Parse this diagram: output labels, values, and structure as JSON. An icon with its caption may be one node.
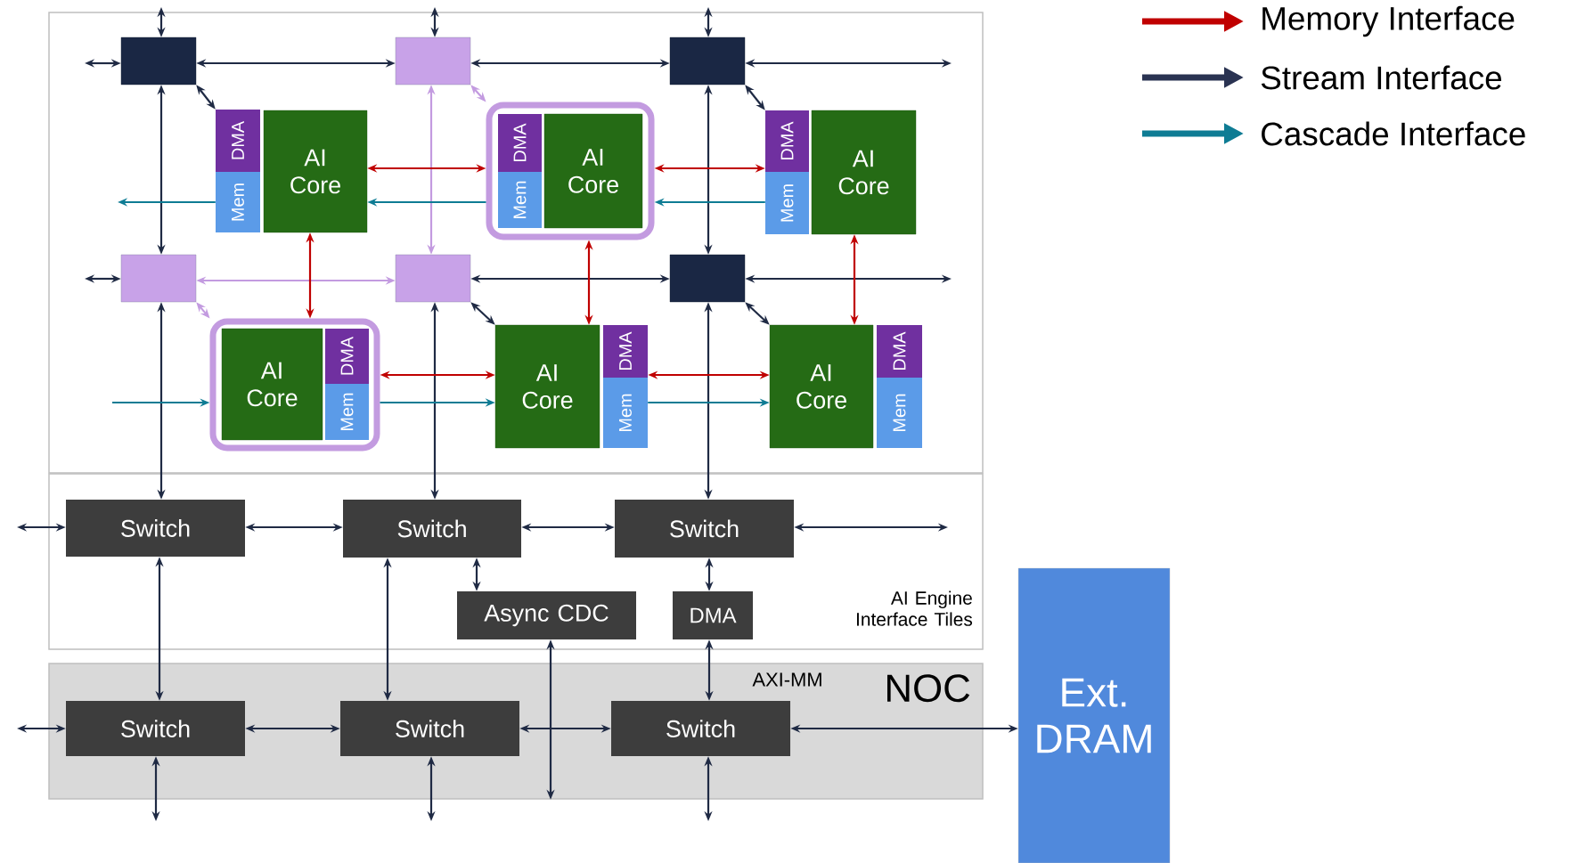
{
  "diagram": {
    "nodes": [
      {
        "text": [],
        "shape": "box"
      },
      {
        "text": [],
        "shape": "box"
      },
      {
        "text": [],
        "shape": "box"
      },
      {
        "text": [],
        "shape": "box"
      },
      {
        "text": [],
        "shape": "box"
      },
      {
        "text": [],
        "shape": "box"
      },
      {
        "text": [
          "DMA"
        ]
      },
      {
        "text": [
          "Mem"
        ]
      },
      {
        "text": [
          "AI Core"
        ]
      },
      {
        "text": [],
        "shape": "box"
      },
      {
        "text": [
          "DMA"
        ],
        "in": 9
      },
      {
        "text": [
          "Mem"
        ],
        "in": 9
      },
      {
        "text": [
          "AI Core"
        ],
        "in": 9
      },
      {
        "text": [
          "DMA"
        ]
      },
      {
        "text": [
          "Mem"
        ]
      },
      {
        "text": [
          "AI Core"
        ]
      },
      {
        "text": [],
        "shape": "box"
      },
      {
        "text": [
          "AI Core"
        ],
        "in": 16
      },
      {
        "text": [
          "DMA"
        ],
        "in": 16
      },
      {
        "text": [
          "Mem"
        ],
        "in": 16
      },
      {
        "text": [
          "AI Core"
        ]
      },
      {
        "text": [
          "DMA"
        ]
      },
      {
        "text": [
          "Mem"
        ]
      },
      {
        "text": [
          "AI Core"
        ]
      },
      {
        "text": [
          "DMA"
        ]
      },
      {
        "text": [
          "Mem"
        ]
      },
      {
        "text": [
          "AI Engine Interface Tiles"
        ]
      },
      {
        "text": [
          "Switch"
        ],
        "in": 26
      },
      {
        "text": [
          "Switch"
        ],
        "in": 26
      },
      {
        "text": [
          "Switch"
        ],
        "in": 26
      },
      {
        "text": [
          "Async CDC"
        ],
        "in": 26
      },
      {
        "text": [
          "DMA"
        ],
        "in": 26
      },
      {
        "text": [
          "NOC"
        ]
      },
      {
        "text": [
          "Switch"
        ],
        "in": 32
      },
      {
        "text": [
          "Switch"
        ],
        "in": 32
      },
      {
        "text": [
          "Switch"
        ],
        "in": 32
      },
      {
        "text": [
          "Ext. DRAM"
        ]
      }
    ],
    "edges": [
      {
        "from": null,
        "to": 0,
        "arrow": "both"
      },
      {
        "from": 0,
        "to": 1,
        "arrow": "both"
      },
      {
        "from": 1,
        "to": 2,
        "arrow": "both"
      },
      {
        "from": 2,
        "to": null,
        "arrow": "both"
      },
      {
        "from": null,
        "to": 0,
        "arrow": "both"
      },
      {
        "from": null,
        "to": 1,
        "arrow": "both"
      },
      {
        "from": null,
        "to": 2,
        "arrow": "both"
      },
      {
        "from": 0,
        "to": 3,
        "arrow": "both"
      },
      {
        "from": 1,
        "to": 4,
        "arrow": "both",
        "color": "#c39be0"
      },
      {
        "from": 2,
        "to": 5,
        "arrow": "both"
      },
      {
        "from": null,
        "to": 3,
        "arrow": "both"
      },
      {
        "from": 3,
        "to": 4,
        "arrow": "both",
        "color": "#c39be0"
      },
      {
        "from": 4,
        "to": 5,
        "arrow": "both"
      },
      {
        "from": 5,
        "to": null,
        "arrow": "both"
      },
      {
        "from": 0,
        "to": 6,
        "arrow": "both"
      },
      {
        "from": 1,
        "to": 9,
        "arrow": "both",
        "color": "#c39be0"
      },
      {
        "from": 2,
        "to": 13,
        "arrow": "both"
      },
      {
        "from": 3,
        "to": 16,
        "arrow": "both",
        "color": "#c39be0"
      },
      {
        "from": 4,
        "to": 20,
        "arrow": "both"
      },
      {
        "from": 5,
        "to": 23,
        "arrow": "both"
      },
      {
        "from": 3,
        "to": 27,
        "arrow": "both"
      },
      {
        "from": 4,
        "to": 28,
        "arrow": "both"
      },
      {
        "from": 5,
        "to": 29,
        "arrow": "both"
      },
      {
        "from": 8,
        "to": 9,
        "arrow": "both",
        "color": "#c00000"
      },
      {
        "from": 9,
        "to": 13,
        "arrow": "both",
        "color": "#c00000"
      },
      {
        "from": 8,
        "to": 16,
        "arrow": "both",
        "color": "#c00000"
      },
      {
        "from": 9,
        "to": 20,
        "arrow": "both",
        "color": "#c00000"
      },
      {
        "from": 15,
        "to": 23,
        "arrow": "both",
        "color": "#c00000"
      },
      {
        "from": 16,
        "to": 20,
        "arrow": "both",
        "color": "#c00000"
      },
      {
        "from": 21,
        "to": 23,
        "arrow": "both",
        "color": "#c00000"
      },
      {
        "from": 7,
        "to": null,
        "arrow": "to",
        "color": "#0e7c94"
      },
      {
        "from": 9,
        "to": 8,
        "arrow": "to",
        "color": "#0e7c94"
      },
      {
        "from": 14,
        "to": 9,
        "arrow": "to",
        "color": "#0e7c94"
      },
      {
        "from": null,
        "to": 16,
        "arrow": "to",
        "color": "#0e7c94"
      },
      {
        "from": 16,
        "to": 20,
        "arrow": "to",
        "color": "#0e7c94"
      },
      {
        "from": 22,
        "to": 23,
        "arrow": "to",
        "color": "#0e7c94"
      },
      {
        "from": null,
        "to": 27,
        "arrow": "both"
      },
      {
        "from": 27,
        "to": 28,
        "arrow": "both"
      },
      {
        "from": 28,
        "to": 29,
        "arrow": "both"
      },
      {
        "from": 29,
        "to": null,
        "arrow": "both"
      },
      {
        "from": 28,
        "to": 30,
        "arrow": "both"
      },
      {
        "from": 29,
        "to": 31,
        "arrow": "both"
      },
      {
        "from": 27,
        "to": 33,
        "arrow": "both"
      },
      {
        "from": 28,
        "to": 34,
        "arrow": "both"
      },
      {
        "from": 31,
        "to": 35,
        "arrow": "both",
        "label": "AXI-MM"
      },
      {
        "from": 30,
        "to": 32,
        "arrow": "both"
      },
      {
        "from": null,
        "to": 33,
        "arrow": "both"
      },
      {
        "from": 33,
        "to": 34,
        "arrow": "both"
      },
      {
        "from": 34,
        "to": 35,
        "arrow": "both"
      },
      {
        "from": 35,
        "to": 36,
        "arrow": "both"
      },
      {
        "from": 33,
        "to": null,
        "arrow": "both"
      },
      {
        "from": 34,
        "to": null,
        "arrow": "both"
      },
      {
        "from": 35,
        "to": null,
        "arrow": "both"
      }
    ],
    "legend": [
      {
        "text": "Memory Interface",
        "color": "#c00000"
      },
      {
        "text": "Stream Interface",
        "color": "#2a3352"
      },
      {
        "text": "Cascade Interface",
        "color": "#0e7c94"
      }
    ]
  }
}
